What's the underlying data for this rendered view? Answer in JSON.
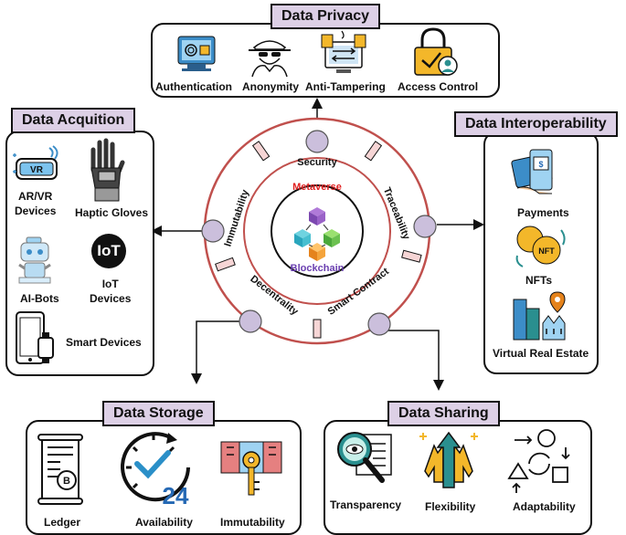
{
  "center": {
    "ring_labels": [
      "Security",
      "Traceability",
      "Smart Contract",
      "Decentrality",
      "Immutability"
    ],
    "metaverse_label": "Metaverse",
    "blockchain_label": "Blockchain"
  },
  "privacy": {
    "title": "Data Privacy",
    "items": [
      "Authentication",
      "Anonymity",
      "Anti-Tampering",
      "Access Control"
    ]
  },
  "acquisition": {
    "title": "Data Acquition",
    "items": [
      "AR/VR\nDevices",
      "Haptic Gloves",
      "AI-Bots",
      "IoT\nDevices",
      "Smart Devices"
    ],
    "iot_icon_text": "IoT"
  },
  "interop": {
    "title": "Data Interoperability",
    "items": [
      "Payments",
      "NFTs",
      "Virtual Real Estate"
    ],
    "nft_icon_text": "NFT"
  },
  "storage": {
    "title": "Data Storage",
    "items": [
      "Ledger",
      "Availability",
      "Immutability"
    ],
    "clock_number": "24"
  },
  "sharing": {
    "title": "Data Sharing",
    "items": [
      "Transparency",
      "Flexibility",
      "Adaptability"
    ]
  },
  "colors": {
    "tag_bg": "#ddd0e6",
    "ring": "#c0504d",
    "node": "#cbbfdc",
    "metaverse": "#e02020",
    "blockchain": "#6a3fb0",
    "teal": "#2a8f8f",
    "blue": "#2468b4"
  }
}
